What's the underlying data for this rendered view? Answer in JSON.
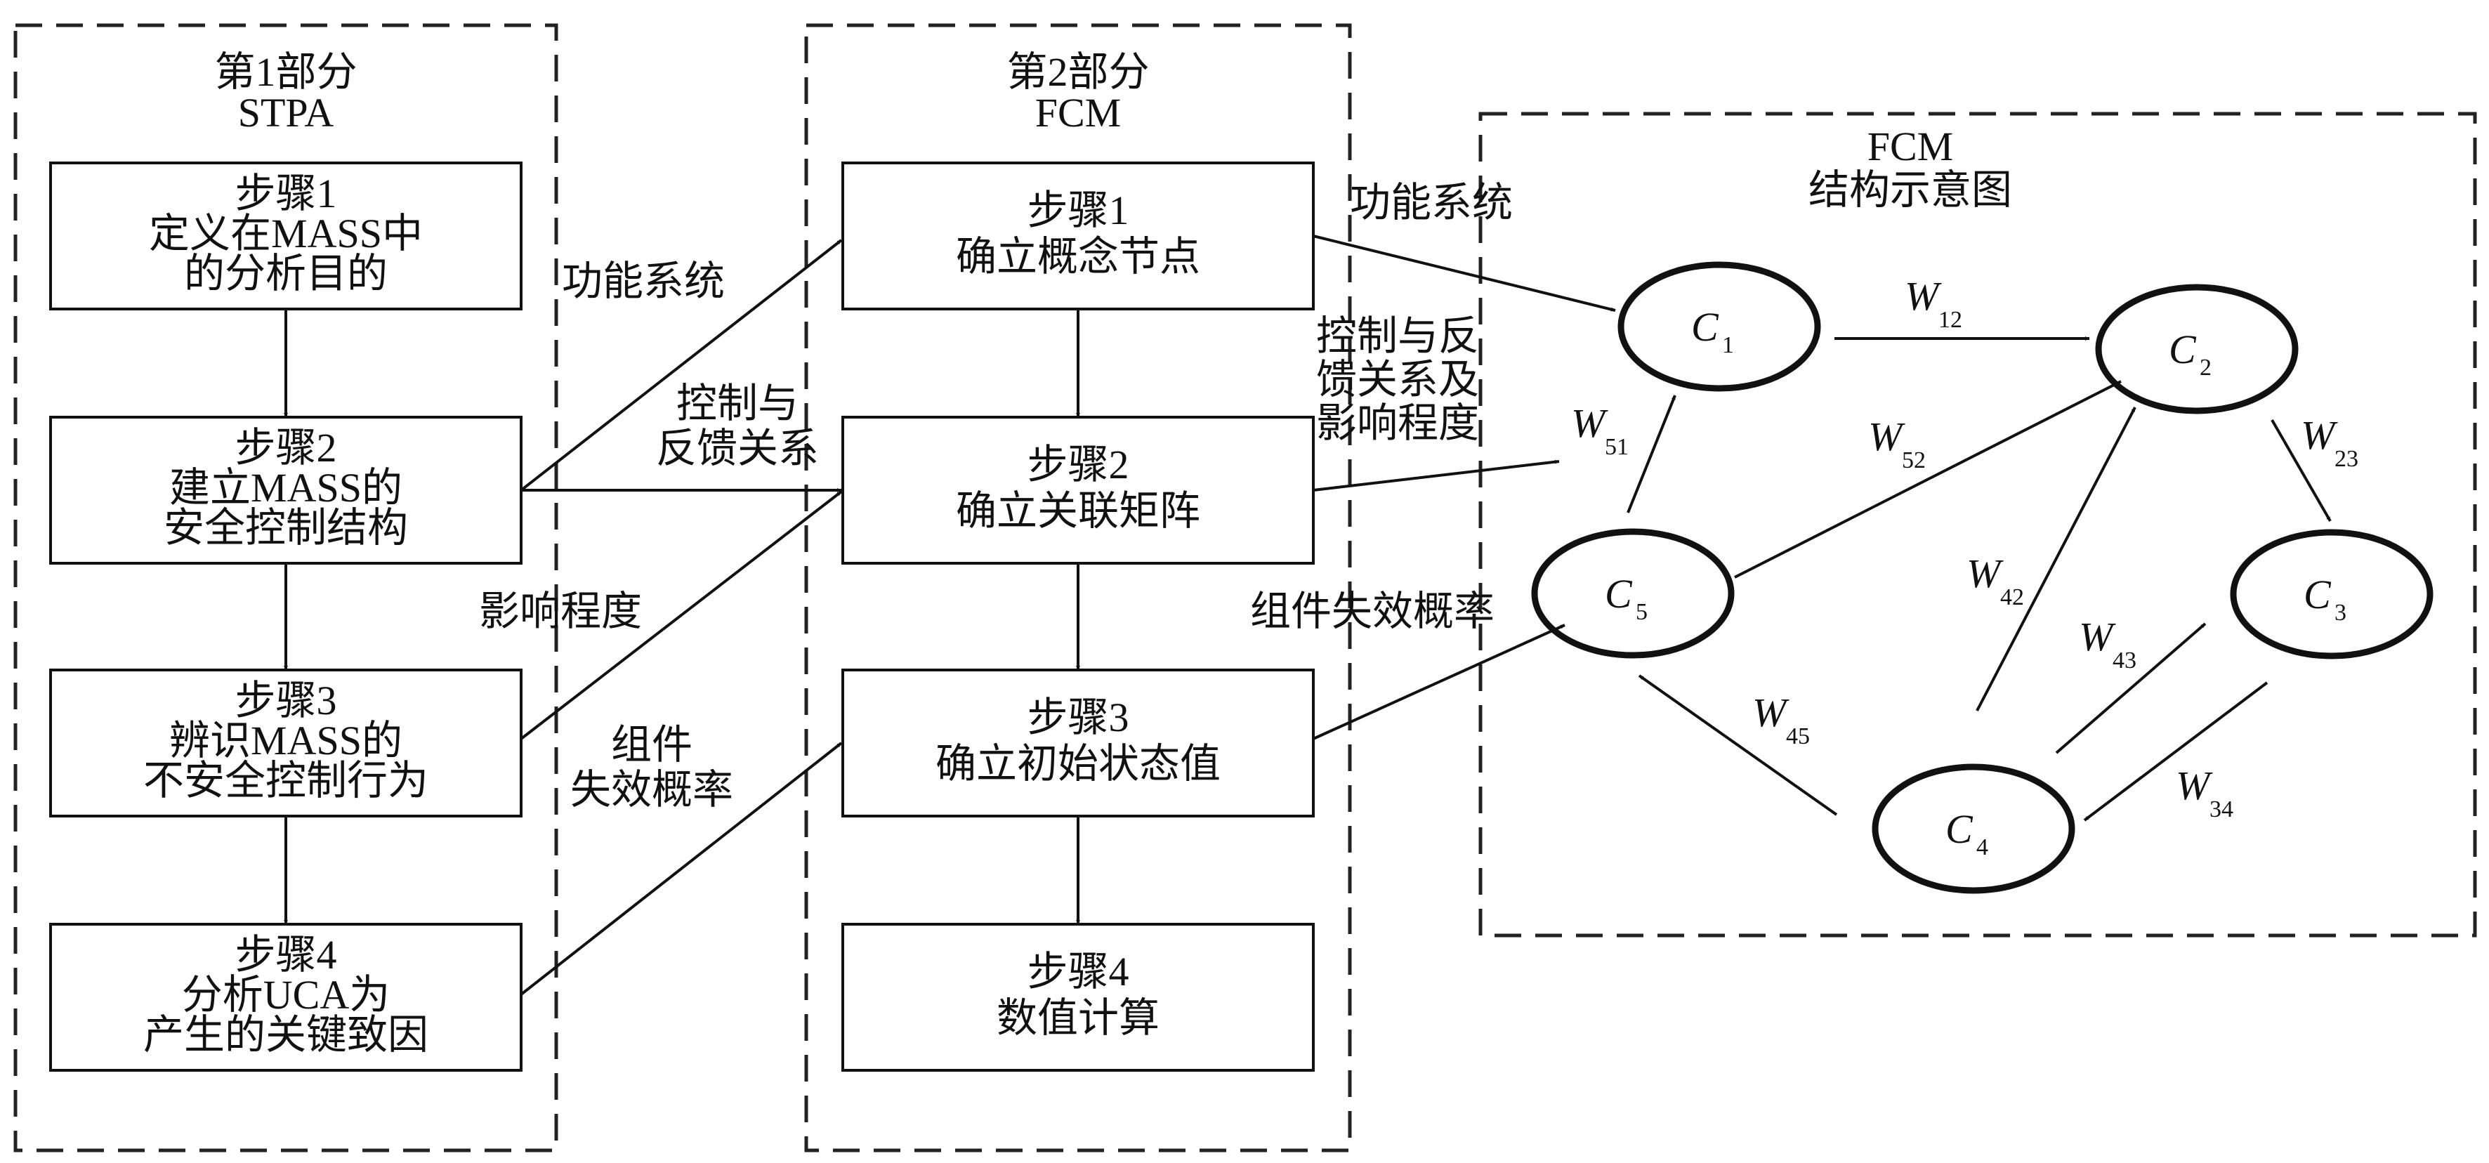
{
  "left_panel": {
    "title_line1": "第1部分",
    "title_line2": "STPA",
    "steps": [
      {
        "lines": [
          "步骤1",
          "定义在MASS中",
          "的分析目的"
        ]
      },
      {
        "lines": [
          "步骤2",
          "建立MASS的",
          "安全控制结构"
        ]
      },
      {
        "lines": [
          "步骤3",
          "辨识MASS的",
          "不安全控制行为"
        ]
      },
      {
        "lines": [
          "步骤4",
          "分析UCA为",
          "产生的关键致因"
        ]
      }
    ]
  },
  "middle_panel": {
    "title_line1": "第2部分",
    "title_line2": "FCM",
    "steps": [
      {
        "lines": [
          "步骤1",
          "确立概念节点"
        ]
      },
      {
        "lines": [
          "步骤2",
          "确立关联矩阵"
        ]
      },
      {
        "lines": [
          "步骤3",
          "确立初始状态值"
        ]
      },
      {
        "lines": [
          "步骤4",
          "数值计算"
        ]
      }
    ]
  },
  "right_panel": {
    "title_line1": "FCM",
    "title_line2": "结构示意图"
  },
  "left_links": {
    "functional_system": "功能系统",
    "control_feedback_line1": "控制与",
    "control_feedback_line2": "反馈关系",
    "influence_degree": "影响程度",
    "failure_line1": "组件",
    "failure_line2": "失效概率"
  },
  "right_links": {
    "functional_system": "功能系统",
    "control_line1": "控制与反",
    "control_line2": "馈关系及",
    "control_line3": "影响程度",
    "failure_probability": "组件失效概率"
  },
  "nodes": [
    {
      "letter": "C",
      "sub": "1"
    },
    {
      "letter": "C",
      "sub": "2"
    },
    {
      "letter": "C",
      "sub": "3"
    },
    {
      "letter": "C",
      "sub": "4"
    },
    {
      "letter": "C",
      "sub": "5"
    }
  ],
  "weights": [
    {
      "letter": "W",
      "sub": "12"
    },
    {
      "letter": "W",
      "sub": "23"
    },
    {
      "letter": "W",
      "sub": "34"
    },
    {
      "letter": "W",
      "sub": "43"
    },
    {
      "letter": "W",
      "sub": "42"
    },
    {
      "letter": "W",
      "sub": "45"
    },
    {
      "letter": "W",
      "sub": "51"
    },
    {
      "letter": "W",
      "sub": "52"
    }
  ]
}
